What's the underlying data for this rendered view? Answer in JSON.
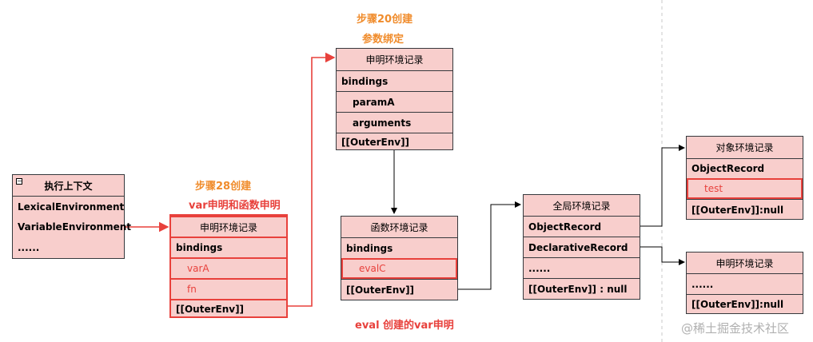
{
  "labels": {
    "step20_line1": "步骤20创建",
    "step20_line2": "参数绑定",
    "step28_line1": "步骤28创建",
    "step28_line2": "var申明和函数申明",
    "eval_note": "eval 创建的var申明"
  },
  "exec_context": {
    "title": "执行上下文",
    "rows": [
      "LexicalEnvironment",
      "VariableEnvironment",
      "......"
    ]
  },
  "decl_record_28": {
    "title": "申明环境记录",
    "rows": [
      "bindings",
      "varA",
      "fn",
      "[[OuterEnv]]"
    ]
  },
  "decl_record_20": {
    "title": "申明环境记录",
    "rows": [
      "bindings",
      "paramA",
      "arguments",
      "[[OuterEnv]]"
    ]
  },
  "func_record": {
    "title": "函数环境记录",
    "rows": [
      "bindings",
      "evalC",
      "[[OuterEnv]]"
    ]
  },
  "global_record": {
    "title": "全局环境记录",
    "rows": [
      "ObjectRecord",
      "DeclarativeRecord",
      "......",
      "[[OuterEnv]] :   null"
    ]
  },
  "object_record": {
    "title": "对象环境记录",
    "rows": [
      "ObjectRecord",
      "test",
      "[[OuterEnv]]:null"
    ]
  },
  "decl_record_global": {
    "title": "申明环境记录",
    "rows": [
      "......",
      "[[OuterEnv]]:null"
    ]
  },
  "watermark": "@稀土掘金技术社区",
  "colors": {
    "fill": "#f8cecc",
    "red": "#e8413c",
    "orange": "#f08c2c"
  }
}
